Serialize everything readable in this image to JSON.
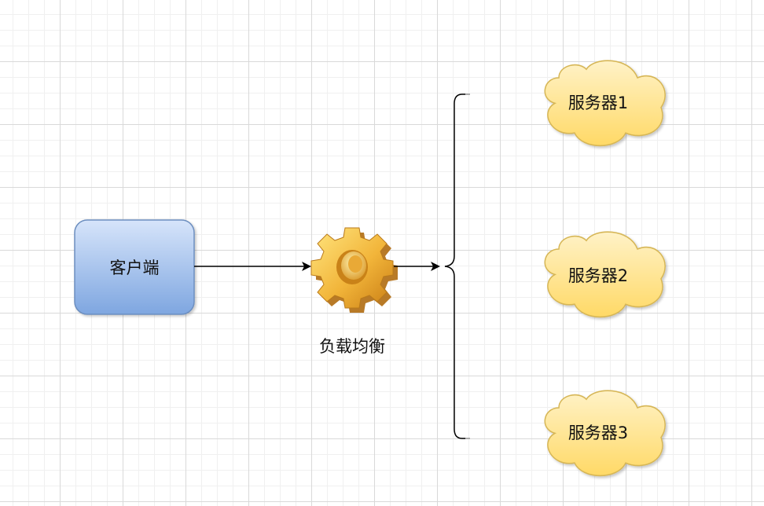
{
  "client": {
    "label": "客户端"
  },
  "load_balancer": {
    "label": "负载均衡",
    "icon": "gear-icon"
  },
  "servers": [
    {
      "label": "服务器1"
    },
    {
      "label": "服务器2"
    },
    {
      "label": "服务器3"
    }
  ],
  "colors": {
    "client_fill_top": "#d6e4fa",
    "client_fill_bottom": "#7ea6e0",
    "client_stroke": "#6c8ebf",
    "cloud_fill_top": "#fff2c7",
    "cloud_fill_bottom": "#ffd966",
    "cloud_stroke": "#d6b656",
    "gear_light": "#ffe27a",
    "gear_dark": "#d08a1a",
    "edge": "#000000"
  }
}
